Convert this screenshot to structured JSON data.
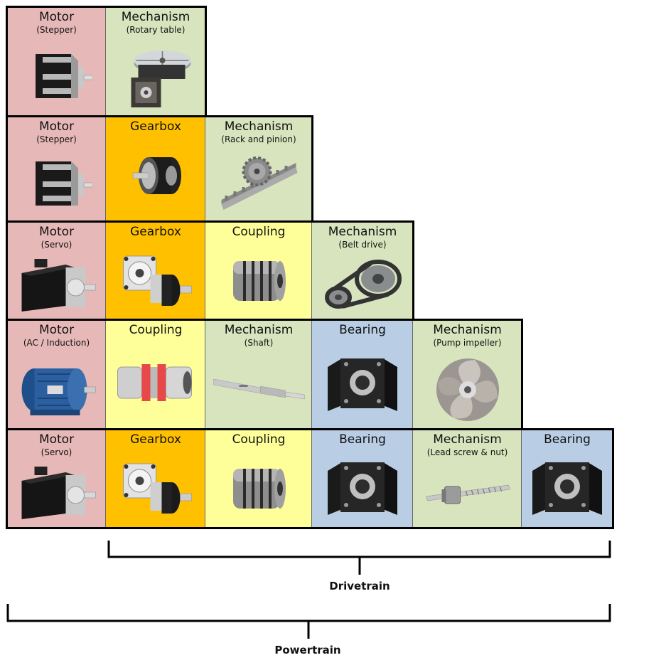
{
  "colors": {
    "motor": "#e6b9b8",
    "mechanism": "#d7e4bd",
    "gearbox": "#ffc000",
    "coupling": "#ffff99",
    "bearing": "#b9cde5"
  },
  "rows": [
    {
      "cells": [
        {
          "type": "motor",
          "title": "Motor",
          "sub": "(Stepper)",
          "icon": "stepper-motor-icon"
        },
        {
          "type": "mechanism",
          "title": "Mechanism",
          "sub": "(Rotary table)",
          "icon": "rotary-table-icon"
        }
      ]
    },
    {
      "cells": [
        {
          "type": "motor",
          "title": "Motor",
          "sub": "(Stepper)",
          "icon": "stepper-motor-icon"
        },
        {
          "type": "gearbox",
          "title": "Gearbox",
          "sub": "",
          "icon": "planetary-gearbox-icon"
        },
        {
          "type": "mechanism",
          "title": "Mechanism",
          "sub": "(Rack and pinion)",
          "icon": "rack-pinion-icon"
        }
      ]
    },
    {
      "cells": [
        {
          "type": "motor",
          "title": "Motor",
          "sub": "(Servo)",
          "icon": "servo-motor-icon"
        },
        {
          "type": "gearbox",
          "title": "Gearbox",
          "sub": "",
          "icon": "angle-gearbox-icon"
        },
        {
          "type": "coupling",
          "title": "Coupling",
          "sub": "",
          "icon": "beam-coupling-icon"
        },
        {
          "type": "mechanism",
          "title": "Mechanism",
          "sub": "(Belt drive)",
          "icon": "belt-drive-icon"
        }
      ]
    },
    {
      "cells": [
        {
          "type": "motor",
          "title": "Motor",
          "sub": "(AC / Induction)",
          "icon": "ac-motor-icon"
        },
        {
          "type": "coupling",
          "title": "Coupling",
          "sub": "",
          "icon": "jaw-coupling-icon"
        },
        {
          "type": "mechanism",
          "title": "Mechanism",
          "sub": "(Shaft)",
          "icon": "shaft-icon"
        },
        {
          "type": "bearing",
          "title": "Bearing",
          "sub": "",
          "icon": "bearing-block-icon"
        },
        {
          "type": "mechanism",
          "title": "Mechanism",
          "sub": "(Pump impeller)",
          "icon": "pump-impeller-icon"
        }
      ]
    },
    {
      "cells": [
        {
          "type": "motor",
          "title": "Motor",
          "sub": "(Servo)",
          "icon": "servo-motor-icon"
        },
        {
          "type": "gearbox",
          "title": "Gearbox",
          "sub": "",
          "icon": "angle-gearbox-icon"
        },
        {
          "type": "coupling",
          "title": "Coupling",
          "sub": "",
          "icon": "beam-coupling-icon"
        },
        {
          "type": "bearing",
          "title": "Bearing",
          "sub": "",
          "icon": "bearing-block-icon"
        },
        {
          "type": "mechanism",
          "title": "Mechanism",
          "sub": "(Lead screw & nut)",
          "icon": "lead-screw-icon"
        },
        {
          "type": "bearing",
          "title": "Bearing",
          "sub": "",
          "icon": "bearing-block-icon"
        }
      ]
    }
  ],
  "brackets": {
    "drivetrain": "Drivetrain",
    "powertrain": "Powertrain"
  }
}
